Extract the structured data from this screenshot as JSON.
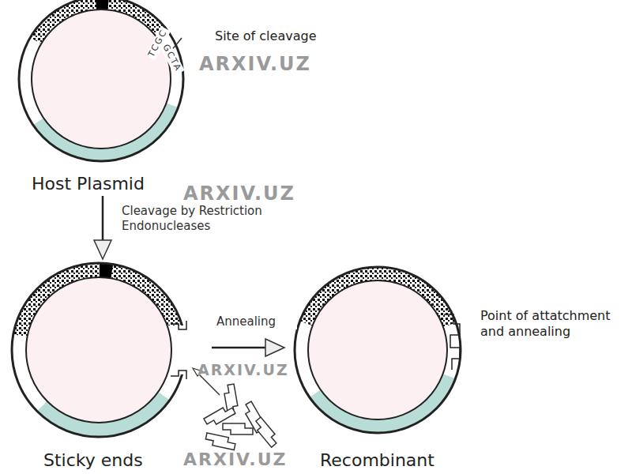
{
  "diagram": {
    "nodes": [
      {
        "text": [
          "Host Plasmid"
        ]
      },
      {
        "text": [
          "Sticky ends"
        ]
      },
      {
        "text": [
          "Recombinant"
        ]
      }
    ],
    "edges": [
      {
        "from": 0,
        "to": 1,
        "arrow": "to",
        "label": "Cleavage by Restriction Endonucleases"
      },
      {
        "from": 1,
        "to": 2,
        "arrow": "to",
        "label": "Annealing"
      }
    ],
    "labels": [
      "Site of cleavage",
      "TCGC",
      "GCTA",
      "Point of attatchment and annealing",
      "ARXIV.UZ",
      "ARXIV.UZ",
      "ARXIV.UZ",
      "ARXIV.UZ"
    ]
  }
}
